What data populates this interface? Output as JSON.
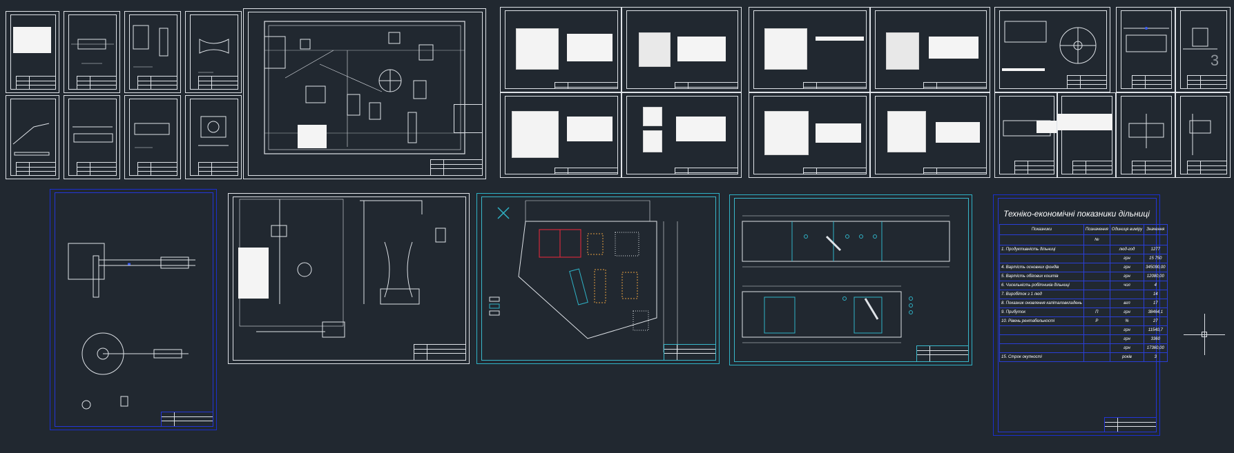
{
  "app": {
    "view": "CAD model space"
  },
  "tech_econ_sheet": {
    "title": "Техніко-економічні показники дільниці",
    "columns": [
      "Показники",
      "Позначення",
      "Одиниця виміру",
      "Значення"
    ],
    "subheader": [
      "",
      "№",
      "",
      ""
    ],
    "rows": [
      {
        "name": "1. Продуктивність дільниці",
        "symbol": "",
        "unit": "люд-год",
        "value": "1277"
      },
      {
        "name": "",
        "symbol": "",
        "unit": "грн",
        "value": "15 750"
      },
      {
        "name": "4. Вартість основних фондів",
        "symbol": "",
        "unit": "грн",
        "value": "345090,00"
      },
      {
        "name": "5. Вартість обігових коштів",
        "symbol": "",
        "unit": "грн",
        "value": "12080,00"
      },
      {
        "name": "6. Чисельність робітників дільниці",
        "symbol": "",
        "unit": "чол",
        "value": "4"
      },
      {
        "name": "7. Виробіток з 1 люд",
        "symbol": "",
        "unit": "",
        "value": "14"
      },
      {
        "name": "8. Показник оновлення капіталовкладень",
        "symbol": "",
        "unit": "вгп",
        "value": "17"
      },
      {
        "name": "9. Прибуток",
        "symbol": "П",
        "unit": "грн",
        "value": "38464,1"
      },
      {
        "name": "10. Рівень рентабельності",
        "symbol": "Р",
        "unit": "%",
        "value": "27"
      },
      {
        "name": "",
        "symbol": "",
        "unit": "грн",
        "value": "11540,7"
      },
      {
        "name": "",
        "symbol": "",
        "unit": "грн",
        "value": "3360"
      },
      {
        "name": "",
        "symbol": "",
        "unit": "грн",
        "value": "17360,00"
      },
      {
        "name": "15. Строк окупності",
        "symbol": "",
        "unit": "років",
        "value": "3"
      }
    ]
  },
  "page_badge": "3",
  "colors": {
    "background": "#212830",
    "sheet_border": "#dfe3e8",
    "blue_frame": "#1a2fd0",
    "cyan_frame": "#2fb3c7",
    "red_accent": "#d0283a"
  }
}
